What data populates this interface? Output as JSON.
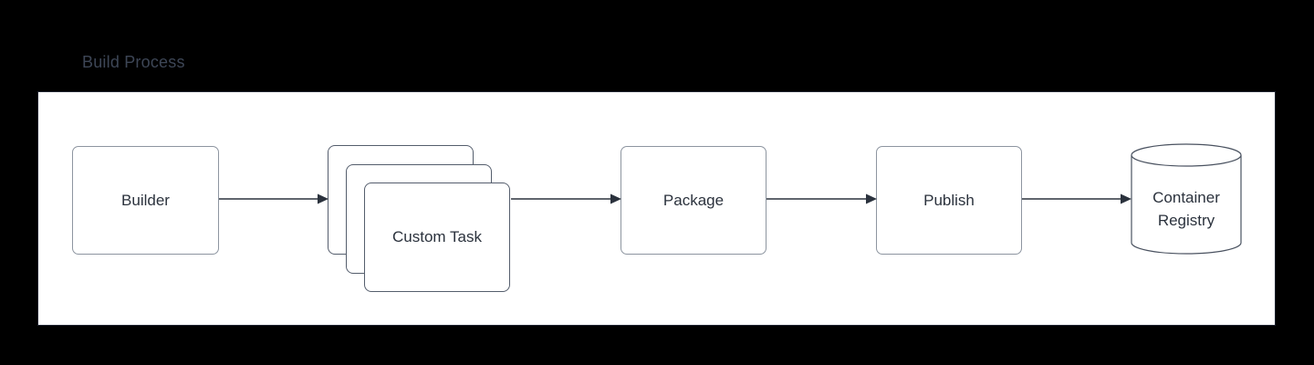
{
  "diagram": {
    "title": "Build Process",
    "colors": {
      "background": "#000000",
      "panel_fill": "#ffffff",
      "panel_border": "#1f2430",
      "node_border": "#8d95a0",
      "card_border": "#555e6d",
      "text": "#2b323d",
      "title_text": "#3d4656",
      "arrow": "#2b323d"
    },
    "nodes": [
      {
        "id": "builder",
        "label": "Builder",
        "shape": "rounded-rect"
      },
      {
        "id": "custom-task",
        "label": "Custom Task",
        "shape": "stacked-cards",
        "stack_count": 3
      },
      {
        "id": "package",
        "label": "Package",
        "shape": "rounded-rect"
      },
      {
        "id": "publish",
        "label": "Publish",
        "shape": "rounded-rect"
      },
      {
        "id": "container-registry",
        "shape": "cylinder",
        "label_line1": "Container",
        "label_line2": "Registry"
      }
    ],
    "edges": [
      {
        "id": "edge-builder-customtask",
        "from": "Builder",
        "to": "Custom Task",
        "arrowhead": "filled-triangle"
      },
      {
        "id": "edge-customtask-package",
        "from": "Custom Task",
        "to": "Package",
        "arrowhead": "filled-triangle"
      },
      {
        "id": "edge-package-publish",
        "from": "Package",
        "to": "Publish",
        "arrowhead": "filled-triangle"
      },
      {
        "id": "edge-publish-registry",
        "from": "Publish",
        "to": "Container Registry",
        "arrowhead": "filled-triangle"
      }
    ]
  }
}
